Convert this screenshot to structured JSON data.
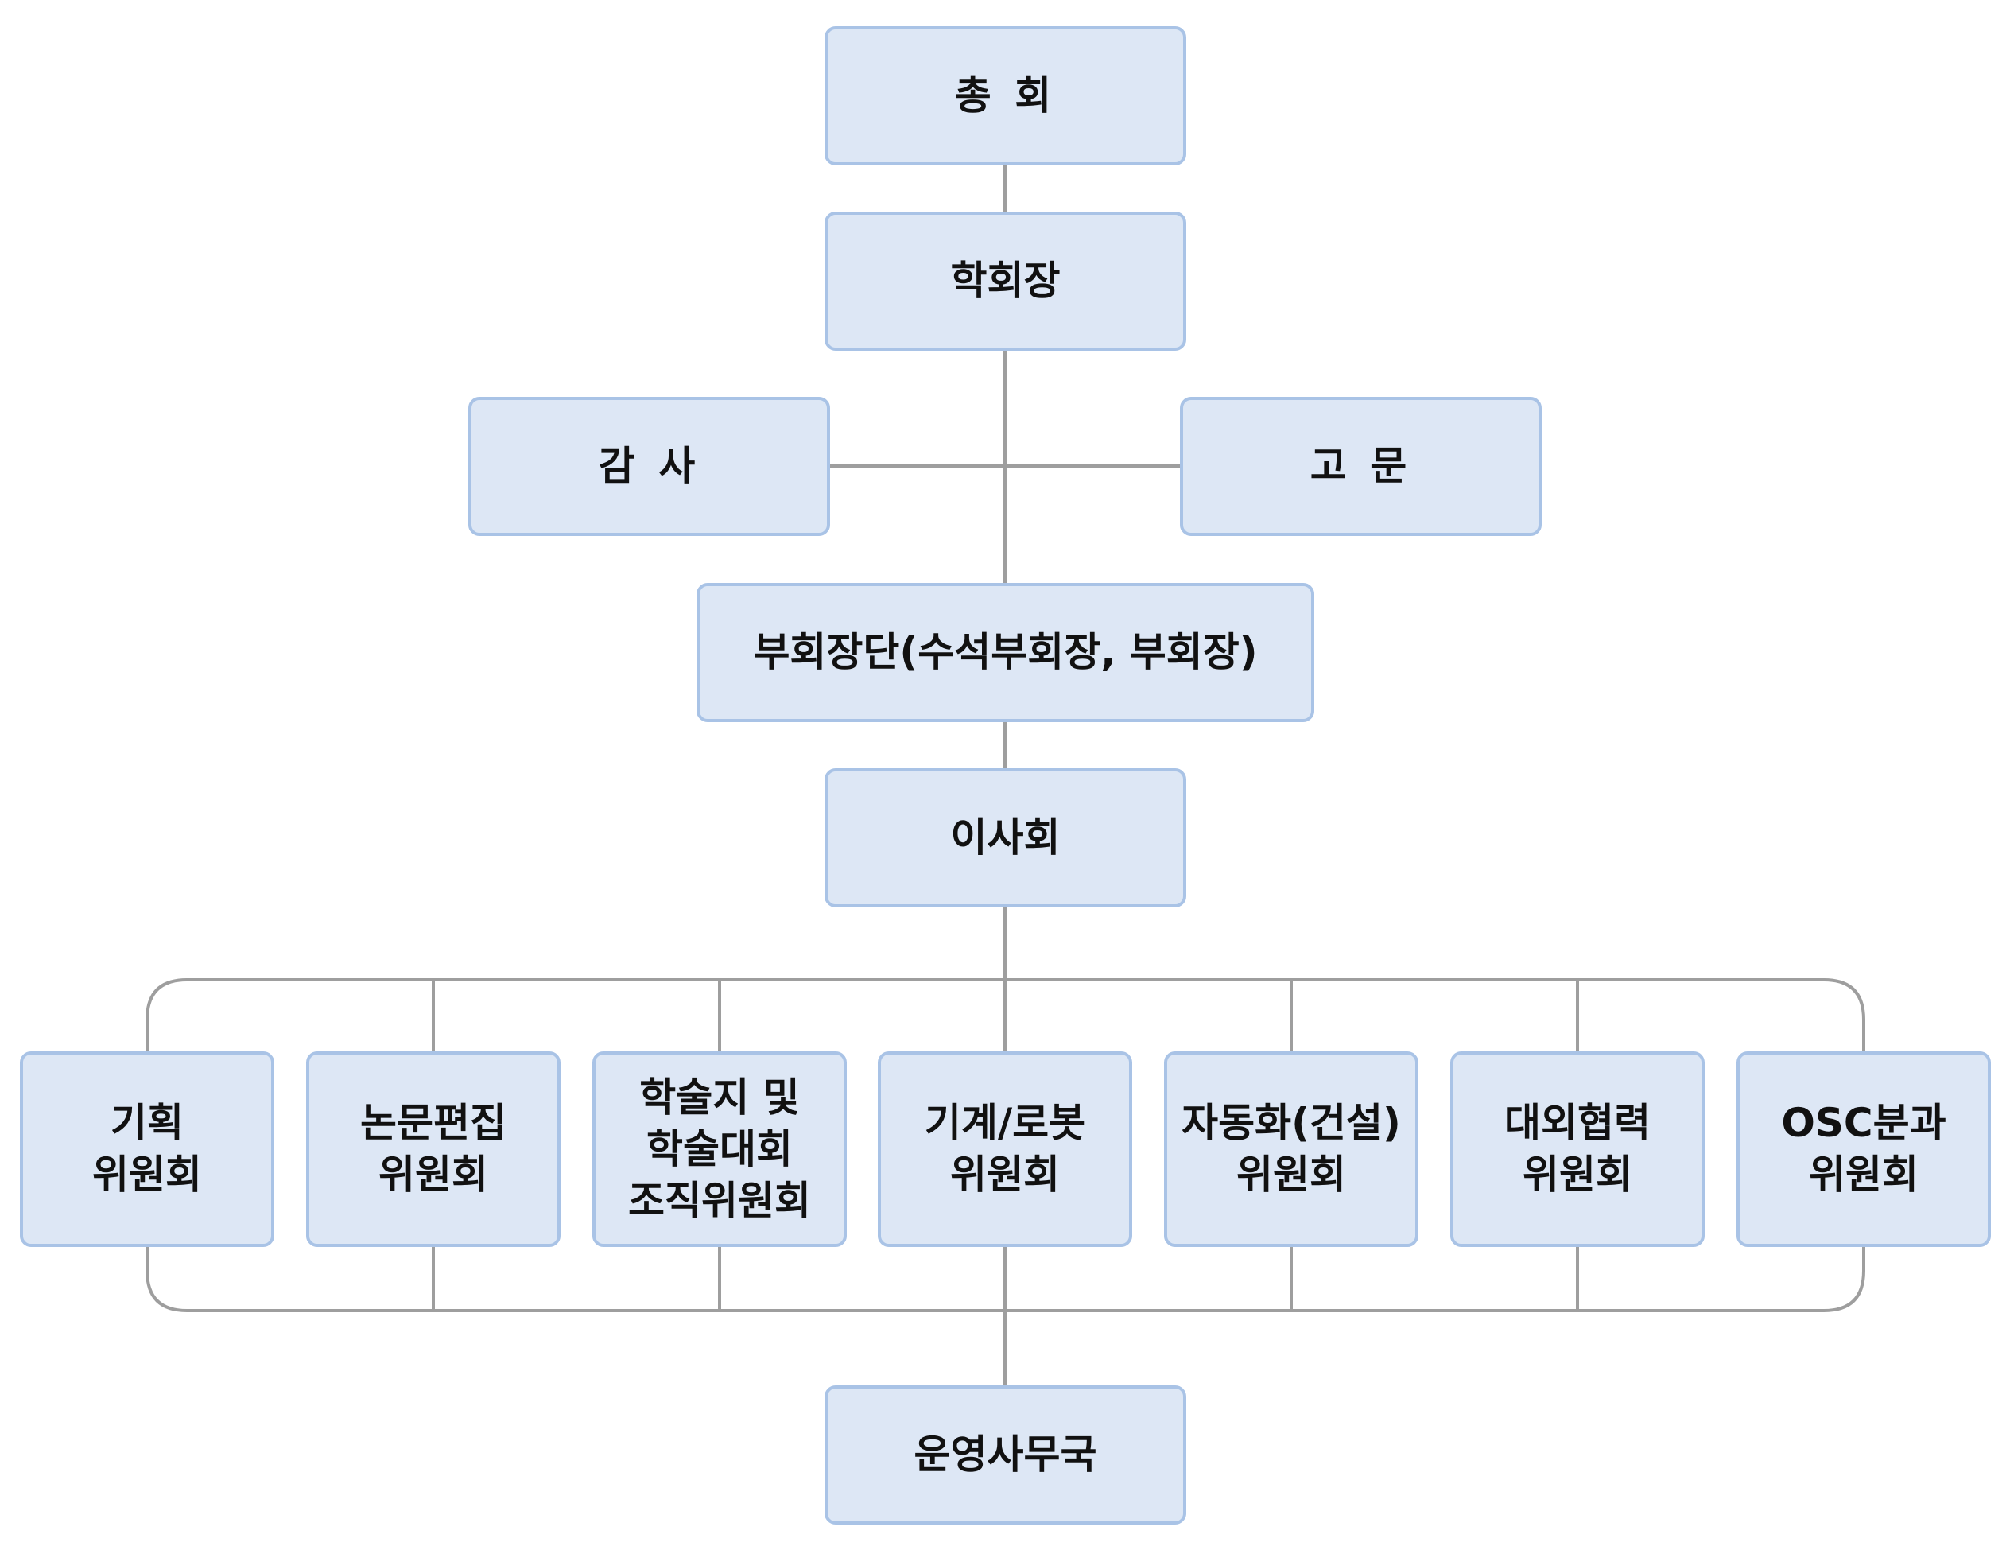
{
  "org_chart": {
    "general_assembly": "총  회",
    "president": "학회장",
    "auditor": "감  사",
    "advisor": "고  문",
    "vice_presidents": "부회장단(수석부회장, 부회장)",
    "board": "이사회",
    "committees": [
      "기획\n위원회",
      "논문편집\n위원회",
      "학술지 및\n학술대회\n조직위원회",
      "기계/로봇\n위원회",
      "자동화(건설)\n위원회",
      "대외협력\n위원회",
      "OSC분과\n위원회"
    ],
    "secretariat": "운영사무국"
  },
  "colors": {
    "node_fill": "#dde7f5",
    "node_border": "#a9c3e6",
    "connector": "#9e9e9e"
  }
}
